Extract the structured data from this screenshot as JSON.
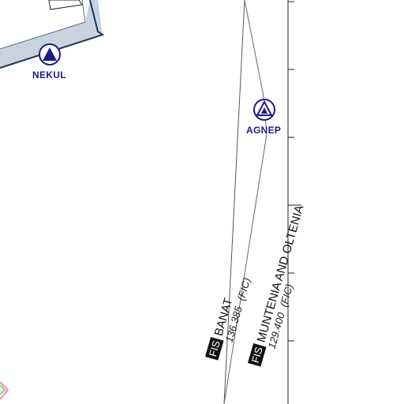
{
  "waypoints": [
    {
      "id": "nekul",
      "name": "NEKUL",
      "type": "filled-triangle"
    },
    {
      "id": "agnep",
      "name": "AGNEP",
      "type": "open-triangle"
    }
  ],
  "fis_sectors": [
    {
      "id": "banat",
      "box": "FIS",
      "name": "BANAT",
      "frequency": "136.385",
      "suffix": "(FIC)"
    },
    {
      "id": "muntenia",
      "box": "FIS",
      "name": "MUNTENIA AND OLTENIA",
      "frequency": "129.400",
      "suffix": "(FIC)"
    }
  ],
  "colors": {
    "waypoint": "#1a1a8c",
    "airspace_band": "#c7d3df",
    "airspace_edge": "#1f3552",
    "boundary": "#555555",
    "fis_box": "#111111",
    "restricted_pink": "#f08aa8",
    "restricted_green": "#7fd67f"
  }
}
